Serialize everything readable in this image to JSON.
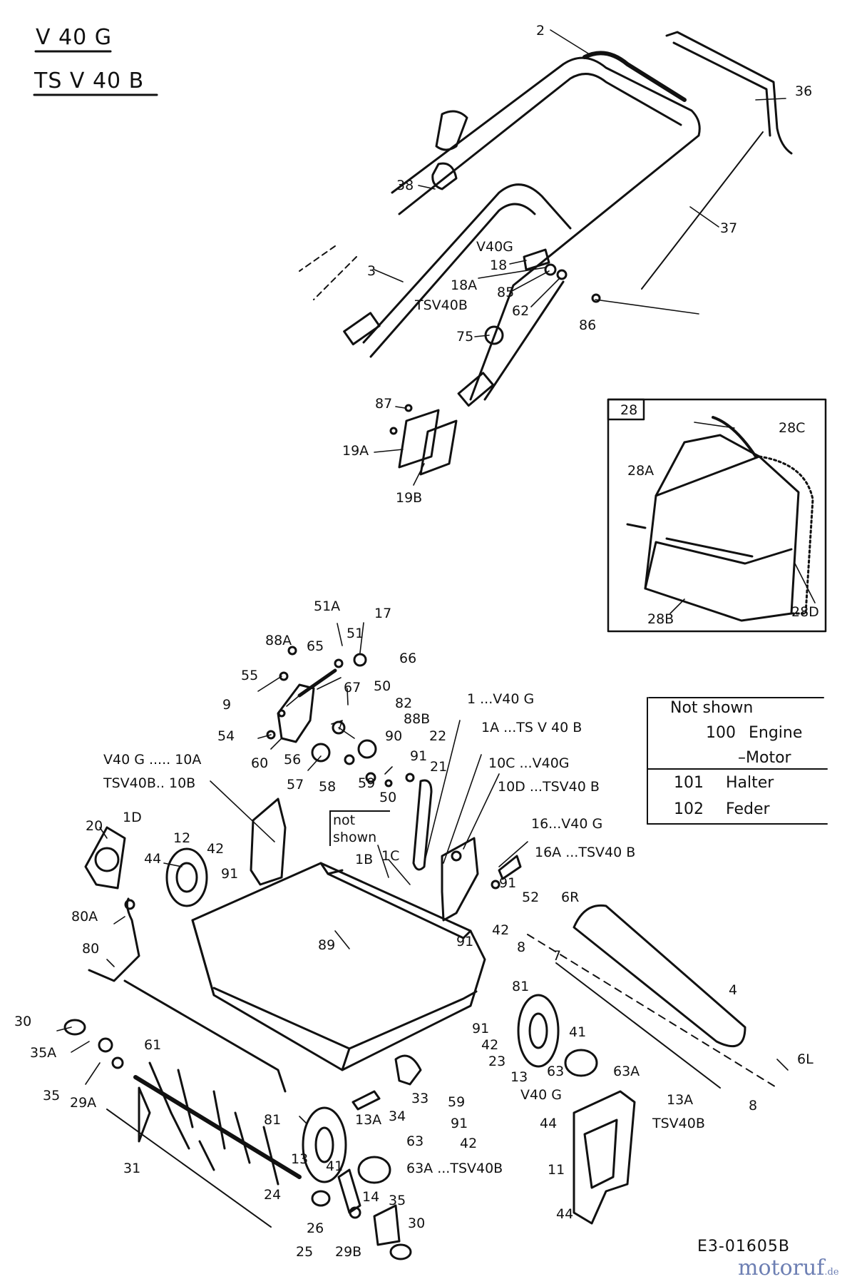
{
  "titles": {
    "model_1": "V 40 G",
    "model_2": "TS V 40 B"
  },
  "legend": {
    "heading": "Not shown",
    "rows": [
      {
        "num": "100",
        "name": "Engine"
      },
      {
        "num": "",
        "name": "–Motor"
      },
      {
        "num": "101",
        "name": "Halter"
      },
      {
        "num": "102",
        "name": "Feder"
      }
    ]
  },
  "inset": {
    "box_label": "28",
    "parts": [
      "28A",
      "28B",
      "28C",
      "28D"
    ]
  },
  "labels": {
    "l2": "2",
    "l36": "36",
    "l37": "37",
    "l38": "38",
    "l3": "3",
    "lv40g": "V40G",
    "l18": "18",
    "l18a": "18A",
    "ltsv40b": "TSV40B",
    "l85": "85",
    "l62": "62",
    "l86": "86",
    "l75": "75",
    "l87": "87",
    "l19a": "19A",
    "l19b": "19B",
    "l51a": "51A",
    "l17": "17",
    "l88a": "88A",
    "l51": "51",
    "l65": "65",
    "l66": "66",
    "l55": "55",
    "l67": "67",
    "l50a": "50",
    "l9": "9",
    "l82": "82",
    "l88b": "88B",
    "l90": "90",
    "l22": "22",
    "l54": "54",
    "l60": "60",
    "l56": "56",
    "l57": "57",
    "l58": "58",
    "l59a": "59",
    "l91a": "91",
    "l50b": "50",
    "l21": "21",
    "l1": "1 ...V40 G",
    "l1a": "1A ...TS V 40 B",
    "l10a": "V40 G ..... 10A",
    "l10b": "TSV40B.. 10B",
    "l10c": "10C ...V40G",
    "l10d": "10D ...TSV40 B",
    "l16": "16...V40 G",
    "l16a": "16A ...TSV40 B",
    "notshown": "not shown",
    "l20": "20",
    "l1d": "1D",
    "l12": "12",
    "l44a": "44",
    "l42a": "42",
    "l91b": "91",
    "l1b": "1B",
    "l1c": "1C",
    "l91c": "91",
    "l52": "52",
    "l6r": "6R",
    "l42b": "42",
    "l91d": "91",
    "l80a": "80A",
    "l89": "89",
    "l8a": "8",
    "l7": "7",
    "l80": "80",
    "l81a": "81",
    "l4": "4",
    "l30a": "30",
    "l35a": "35A",
    "l61": "61",
    "l91e": "91",
    "l42c": "42",
    "l41a": "41",
    "l6l": "6L",
    "l35": "35",
    "l29a": "29A",
    "l23": "23",
    "l33": "33",
    "l13": "13",
    "l63a": "63",
    "l63b": "63A",
    "l34": "34",
    "l81b": "81",
    "l13a": "13A",
    "lv40g2": "V40 G",
    "l13a2": "13A",
    "ltsv40b2": "TSV40B",
    "l8b": "8",
    "l59b": "59",
    "l91f": "91",
    "l63c": "63",
    "l44b": "44",
    "l13b": "13",
    "l41b": "41",
    "l63d": "63A ...TSV40B",
    "l42d": "42",
    "l11": "11",
    "l31": "31",
    "l24": "24",
    "l14": "14",
    "l35b": "35",
    "l26": "26",
    "l30b": "30",
    "l44c": "44",
    "l25": "25",
    "l29b": "29B"
  },
  "footer": {
    "code": "E3-01605B",
    "watermark": "motoruf",
    "watermark_tld": ".de"
  }
}
